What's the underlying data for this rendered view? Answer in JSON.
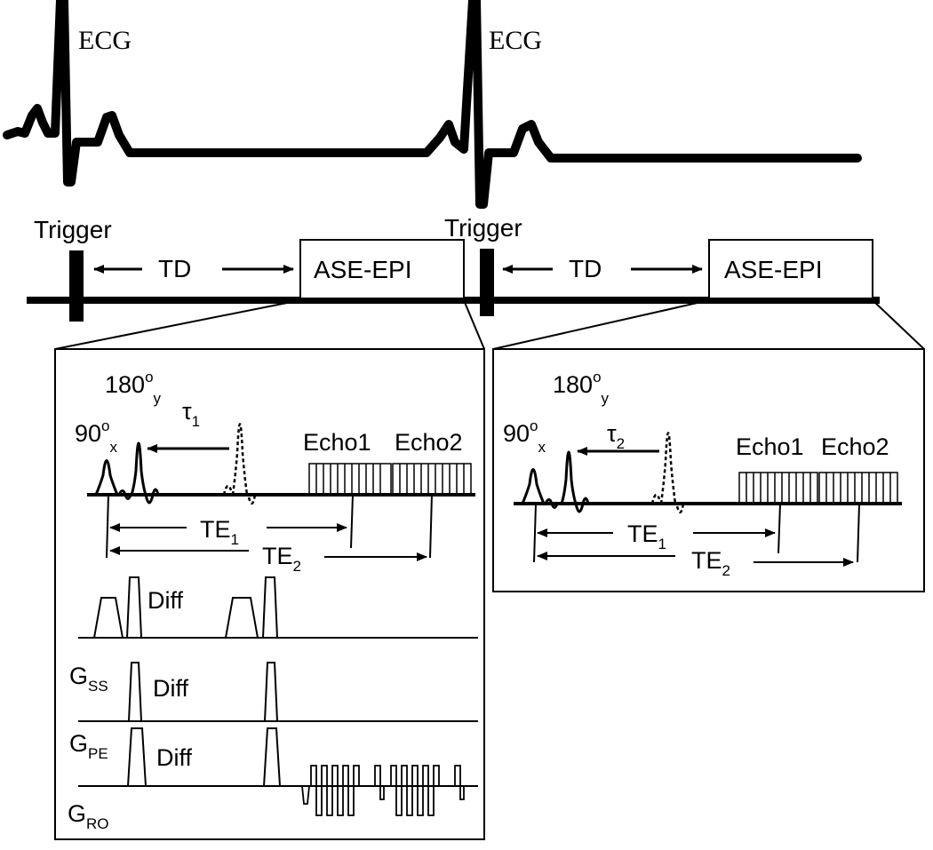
{
  "ecg": {
    "label_1": "ECG",
    "label_2": "ECG"
  },
  "timeline": {
    "trigger_1": "Trigger",
    "trigger_2": "Trigger",
    "td_1": "TD",
    "td_2": "TD",
    "block_1": "ASE-EPI",
    "block_2": "ASE-EPI"
  },
  "panel_left": {
    "pulse_180": {
      "base": "180",
      "sup": "o",
      "sub": "y"
    },
    "pulse_90": {
      "base": "90",
      "sup": "o",
      "sub": "x"
    },
    "tau": {
      "base": "τ",
      "sub": "1"
    },
    "echo1": "Echo1",
    "echo2": "Echo2",
    "te1": {
      "base": "TE",
      "sub": "1"
    },
    "te2": {
      "base": "TE",
      "sub": "2"
    },
    "diff_1": "Diff",
    "diff_2": "Diff",
    "diff_3": "Diff",
    "g_ss": {
      "base": "G",
      "sub": "SS"
    },
    "g_pe": {
      "base": "G",
      "sub": "PE"
    },
    "g_ro": {
      "base": "G",
      "sub": "RO"
    }
  },
  "panel_right": {
    "pulse_180": {
      "base": "180",
      "sup": "o",
      "sub": "y"
    },
    "pulse_90": {
      "base": "90",
      "sup": "o",
      "sub": "x"
    },
    "tau": {
      "base": "τ",
      "sub": "2"
    },
    "echo1": "Echo1",
    "echo2": "Echo2",
    "te1": {
      "base": "TE",
      "sub": "1"
    },
    "te2": {
      "base": "TE",
      "sub": "2"
    }
  }
}
